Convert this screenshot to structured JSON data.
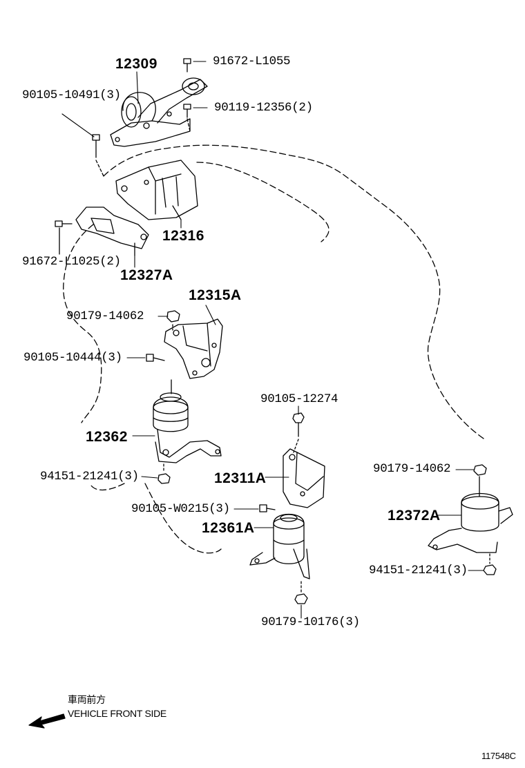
{
  "labels": {
    "p12309": "12309",
    "p91672_L1055": "91672-L1055",
    "p90105_10491": "90105-10491(3)",
    "p90119_12356": "90119-12356(2)",
    "p12316": "12316",
    "p91672_L1025": "91672-L1025(2)",
    "p12327A": "12327A",
    "p12315A": "12315A",
    "p90179_14062_a": "90179-14062",
    "p90105_10444": "90105-10444(3)",
    "p12362": "12362",
    "p94151_21241_a": "94151-21241(3)",
    "p90105_12274": "90105-12274",
    "p12311A": "12311A",
    "p90105_W0215": "90105-W0215(3)",
    "p12361A": "12361A",
    "p90179_10176": "90179-10176(3)",
    "p90179_14062_b": "90179-14062",
    "p12372A": "12372A",
    "p94151_21241_b": "94151-21241(3)"
  },
  "legend": {
    "japanese": "車両前方",
    "english": "VEHICLE FRONT SIDE"
  },
  "figure_id": "117548C"
}
